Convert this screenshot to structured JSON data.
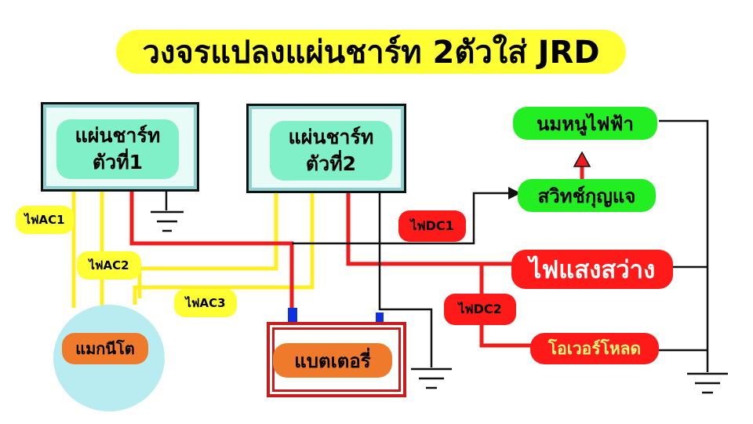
{
  "title": "วงจรแปลงแผ่นชาร์ท 2ตัวใส่ JRD",
  "panel1": {
    "line1": "แผ่นชาร์ท",
    "line2": "ตัวที่1"
  },
  "panel2": {
    "line1": "แผ่นชาร์ท",
    "line2": "ตัวที่2"
  },
  "horn": "นมหนูไฟฟ้า",
  "key_switch": "สวิทช์กุญแจ",
  "headlight": "ไฟแสงสว่าง",
  "overload": "โอเวอร์โหลด",
  "magneto": "แมกนีโต",
  "battery": "แบตเตอรี่",
  "labels": {
    "ac1": "ไฟAC1",
    "ac2": "ไฟAC2",
    "ac3": "ไฟAC3",
    "dc1": "ไฟDC1",
    "dc2": "ไฟDC2"
  },
  "colors": {
    "ac_wire": "#ffee22",
    "dc_wire": "#ee1c1c",
    "ground_wire": "#111111",
    "terminal": "#1030e0",
    "title_bg": "#ffff33",
    "device_green": "#22ee22",
    "device_red": "#ff1a1a",
    "label_orange": "#f07a2b"
  }
}
